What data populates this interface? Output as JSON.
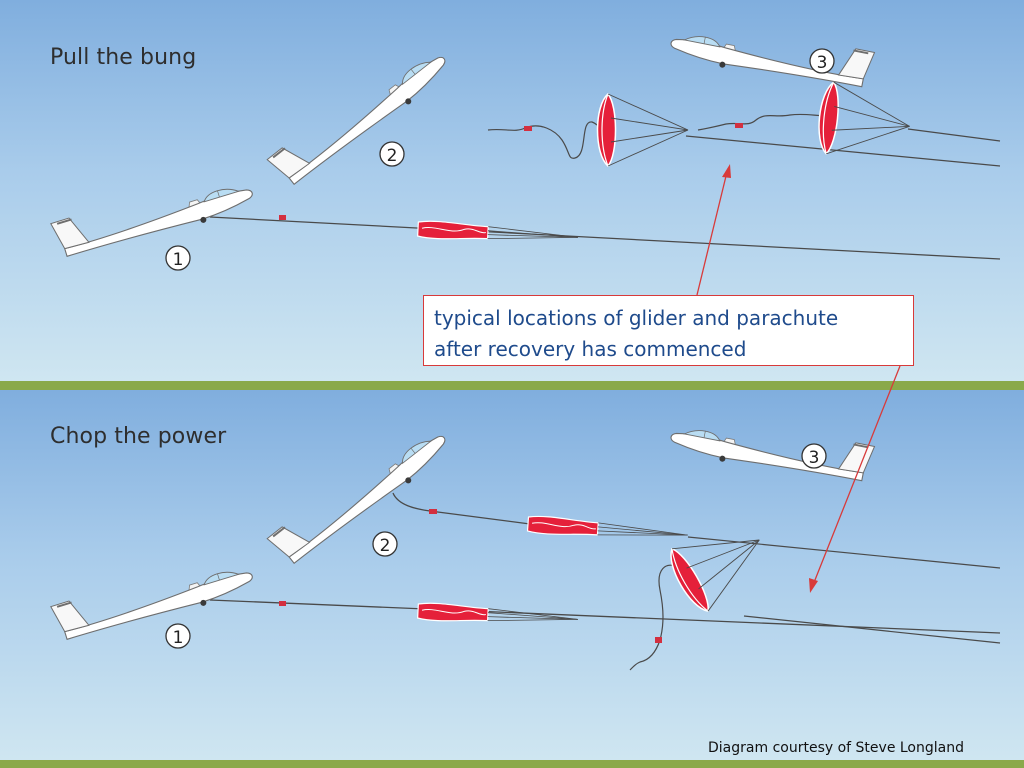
{
  "panels": [
    {
      "title": "Pull the bung",
      "positions": [
        {
          "label": "1"
        },
        {
          "label": "2"
        },
        {
          "label": "3"
        }
      ]
    },
    {
      "title": "Chop the power",
      "positions": [
        {
          "label": "1"
        },
        {
          "label": "2"
        },
        {
          "label": "3"
        }
      ]
    }
  ],
  "callout": {
    "line1": "typical locations of glider and parachute",
    "line2": "after recovery has commenced"
  },
  "credit": "Diagram courtesy of Steve Longland",
  "colors": {
    "sky_top": "#80aede",
    "sky_bottom": "#cfe6f1",
    "divider": "#8aa94a",
    "parachute": "#e5203a",
    "arrow": "#d83a3a",
    "callout_text": "#1f4b8c"
  }
}
